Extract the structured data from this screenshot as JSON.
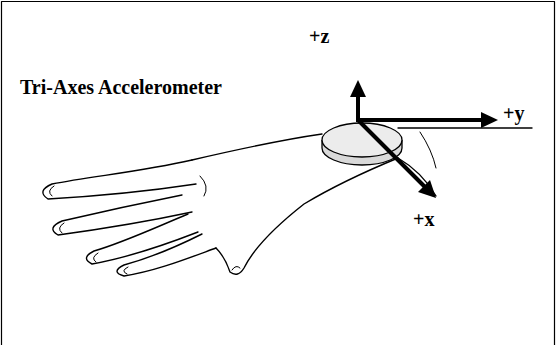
{
  "diagram": {
    "labels": [
      "Tri-Axes Accelerometer",
      "+z",
      "+y",
      "+x"
    ]
  }
}
